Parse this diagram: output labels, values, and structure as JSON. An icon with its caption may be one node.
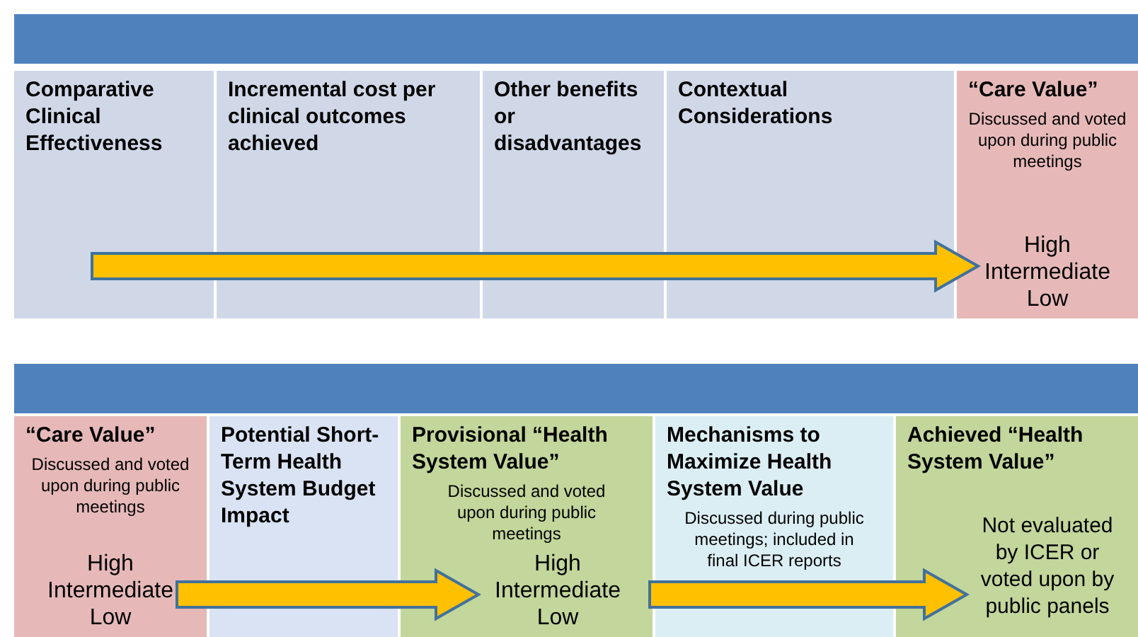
{
  "diagram": {
    "nodes": [
      {
        "text": [],
        "shape": "bar"
      },
      {
        "text": [
          "Comparative Clinical Effectiveness"
        ]
      },
      {
        "text": [
          "Incremental cost per clinical outcomes achieved"
        ]
      },
      {
        "text": [
          "Other benefits or disadvantages"
        ]
      },
      {
        "text": [
          "Contextual Considerations"
        ]
      },
      {
        "text": [
          "“Care Value”",
          "Discussed and voted upon during public meetings",
          "High Intermediate Low"
        ]
      },
      {
        "text": [],
        "shape": "bar"
      },
      {
        "text": [
          "“Care Value”",
          "Discussed and voted upon during public meetings",
          "High Intermediate Low"
        ]
      },
      {
        "text": [
          "Potential Short-Term Health System Budget Impact"
        ]
      },
      {
        "text": [
          "Provisional “Health System Value”",
          "Discussed and voted upon during public meetings",
          "High Intermediate Low"
        ]
      },
      {
        "text": [
          "Mechanisms to Maximize Health System Value",
          "Discussed during public meetings; included in final ICER reports"
        ]
      },
      {
        "text": [
          "Achieved “Health System Value”",
          "Not evaluated by ICER or voted upon by public panels"
        ]
      }
    ],
    "edges": [
      {
        "from": 1,
        "to": 5,
        "arrow": "to"
      },
      {
        "from": 7,
        "to": 9,
        "arrow": "to"
      },
      {
        "from": 9,
        "to": 11,
        "arrow": "to"
      }
    ]
  }
}
